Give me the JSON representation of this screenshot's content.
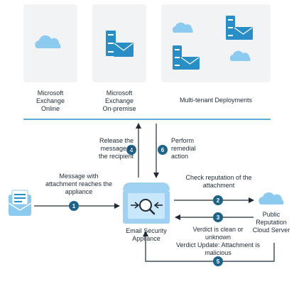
{
  "colors": {
    "panel": "#f1f3f5",
    "cloud": "#8ccaf0",
    "server": "#2a8ec6",
    "envelope": "#8ccaf0",
    "appliance": "#9fd1f2",
    "line": "#1f2a36",
    "badge": "#1e6488"
  },
  "destinations": {
    "online_label": "Microsoft\nExchange\nOnline",
    "onprem_label": "Microsoft\nExchange\nOn-premise",
    "multitenant_label": "Multi-tenant Deployments"
  },
  "flow": {
    "incoming_label": "Message with\nattachment reaches the\nappliance",
    "release_label": "Release the\nmessage to\nthe recipient",
    "remedial_label": "Perform\nremedial\naction",
    "check_label": "Check reputation of the\nattachment",
    "verdict_label": "Verdict is clean or\nunknown",
    "update_label": "Verdict Update: Attachment is\nmalicious"
  },
  "nodes": {
    "appliance_label": "Email Security\nAppliance",
    "cloud_label": "Public\nReputation\nCloud Server"
  },
  "steps": [
    "1",
    "2",
    "3",
    "4",
    "5",
    "6"
  ],
  "icons": {
    "incoming": "email-envelope-icon",
    "appliance": "magnifier-appliance-icon",
    "reputation": "cloud-icon"
  }
}
